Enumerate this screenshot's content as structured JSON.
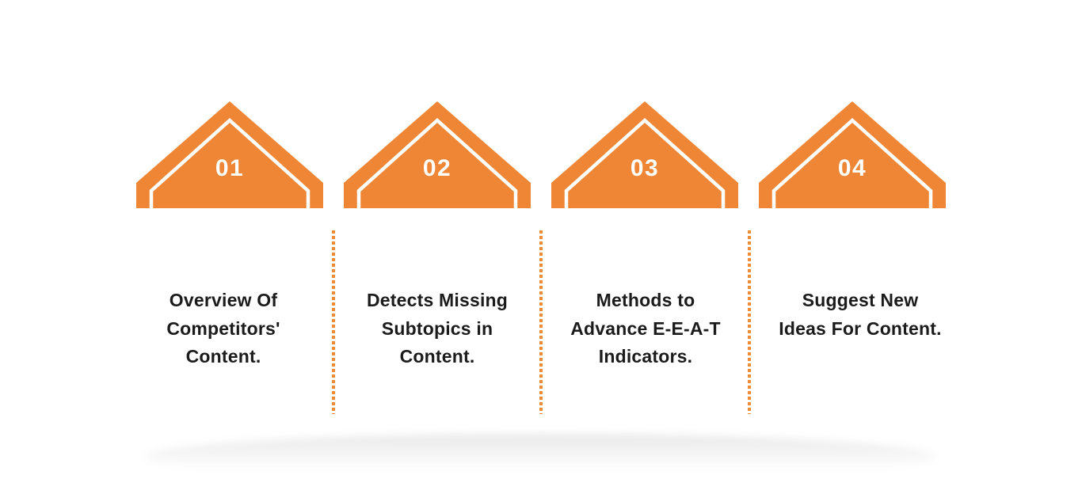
{
  "page": {
    "background_color": "#ffffff"
  },
  "infographic": {
    "accent_color": "#ef8636",
    "divider_color": "#ef8a36",
    "text_color": "#1b1b1b",
    "number_text_color": "#ffffff",
    "steps": [
      {
        "number": "01",
        "title": "Overview Of\nCompetitors'\nContent."
      },
      {
        "number": "02",
        "title": "Detects Missing\nSubtopics in\nContent."
      },
      {
        "number": "03",
        "title": "Methods to\nAdvance E-E-A-T\nIndicators."
      },
      {
        "number": "04",
        "title": "Suggest New\nIdeas For Content."
      }
    ]
  }
}
